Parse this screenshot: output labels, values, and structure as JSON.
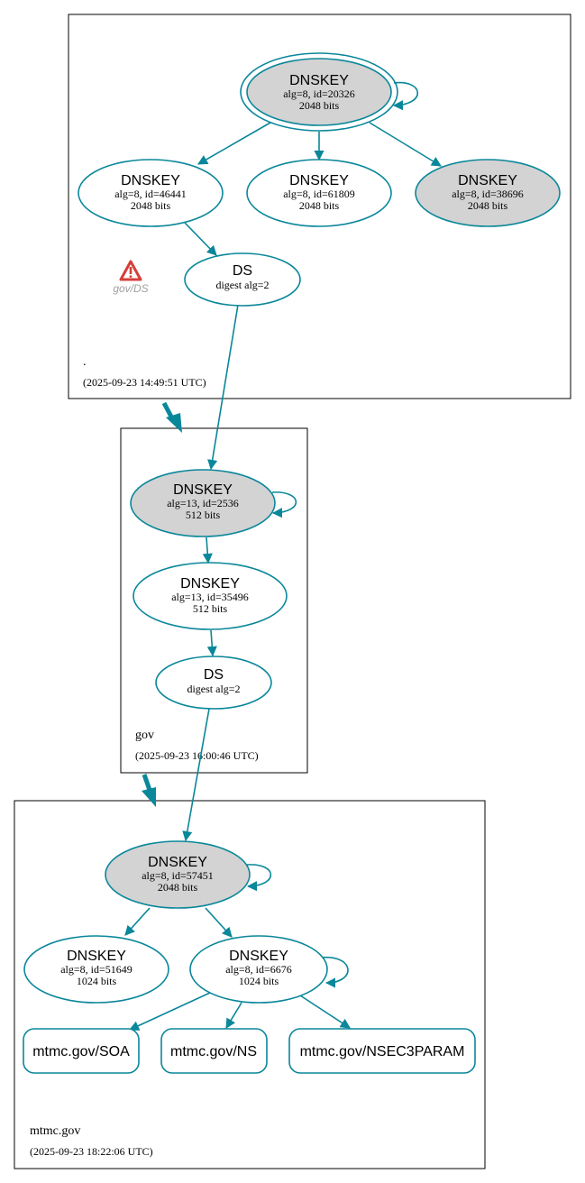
{
  "colors": {
    "edge": "#0a879a",
    "node_fill_ksk": "#d3d3d3",
    "node_fill_plain": "#ffffff",
    "zone_border": "#000000",
    "warning": "#d43f3a"
  },
  "zones": {
    "root": {
      "name": ".",
      "timestamp": "(2025-09-23 14:49:51 UTC)"
    },
    "gov": {
      "name": "gov",
      "timestamp": "(2025-09-23 16:00:46 UTC)"
    },
    "mtmc": {
      "name": "mtmc.gov",
      "timestamp": "(2025-09-23 18:22:06 UTC)"
    }
  },
  "nodes": {
    "root_ksk": {
      "title": "DNSKEY",
      "line1": "alg=8, id=20326",
      "line2": "2048 bits"
    },
    "root_zsk1": {
      "title": "DNSKEY",
      "line1": "alg=8, id=46441",
      "line2": "2048 bits"
    },
    "root_zsk2": {
      "title": "DNSKEY",
      "line1": "alg=8, id=61809",
      "line2": "2048 bits"
    },
    "root_ksk2": {
      "title": "DNSKEY",
      "line1": "alg=8, id=38696",
      "line2": "2048 bits"
    },
    "root_ds": {
      "title": "DS",
      "line1": "digest alg=2"
    },
    "gov_ksk": {
      "title": "DNSKEY",
      "line1": "alg=13, id=2536",
      "line2": "512 bits"
    },
    "gov_zsk": {
      "title": "DNSKEY",
      "line1": "alg=13, id=35496",
      "line2": "512 bits"
    },
    "gov_ds": {
      "title": "DS",
      "line1": "digest alg=2"
    },
    "mtmc_ksk": {
      "title": "DNSKEY",
      "line1": "alg=8, id=57451",
      "line2": "2048 bits"
    },
    "mtmc_zsk1": {
      "title": "DNSKEY",
      "line1": "alg=8, id=51649",
      "line2": "1024 bits"
    },
    "mtmc_zsk2": {
      "title": "DNSKEY",
      "line1": "alg=8, id=6676",
      "line2": "1024 bits"
    },
    "mtmc_soa": {
      "title": "mtmc.gov/SOA"
    },
    "mtmc_ns": {
      "title": "mtmc.gov/NS"
    },
    "mtmc_nsec3param": {
      "title": "mtmc.gov/NSEC3PARAM"
    }
  },
  "warning": {
    "label": "gov/DS",
    "icon": "warning-triangle-icon"
  }
}
